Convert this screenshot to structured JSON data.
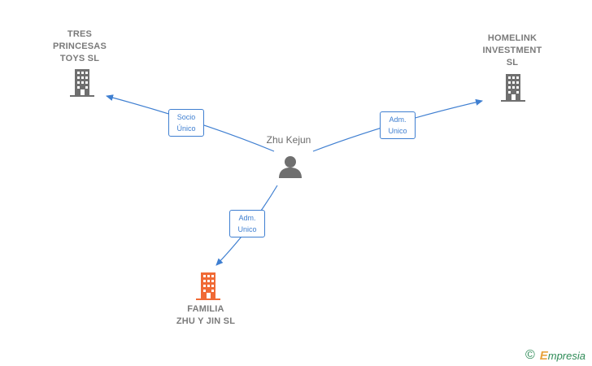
{
  "nodes": {
    "tres": {
      "label": "TRES\nPRINCESAS\nTOYS  SL",
      "icon": "building-icon",
      "color": "#6f6f6f"
    },
    "homelink": {
      "label": "HOMELINK\nINVESTMENT\nSL",
      "icon": "building-icon",
      "color": "#6f6f6f"
    },
    "familia": {
      "label": "FAMILIA\nZHU Y JIN  SL",
      "icon": "building-icon",
      "color": "#f06a35"
    },
    "person": {
      "label": "Zhu Kejun",
      "icon": "person-icon",
      "color": "#6f6f6f"
    }
  },
  "edges": {
    "to_tres": {
      "label_line1": "Socio",
      "label_line2": "Único"
    },
    "to_homelink": {
      "label_line1": "Adm.",
      "label_line2": "Unico"
    },
    "to_familia": {
      "label_line1": "Adm.",
      "label_line2": "Unico"
    }
  },
  "edge_color": "#3f7fd1",
  "brand": {
    "copyright": "©",
    "initial": "E",
    "rest": "mpresia"
  }
}
